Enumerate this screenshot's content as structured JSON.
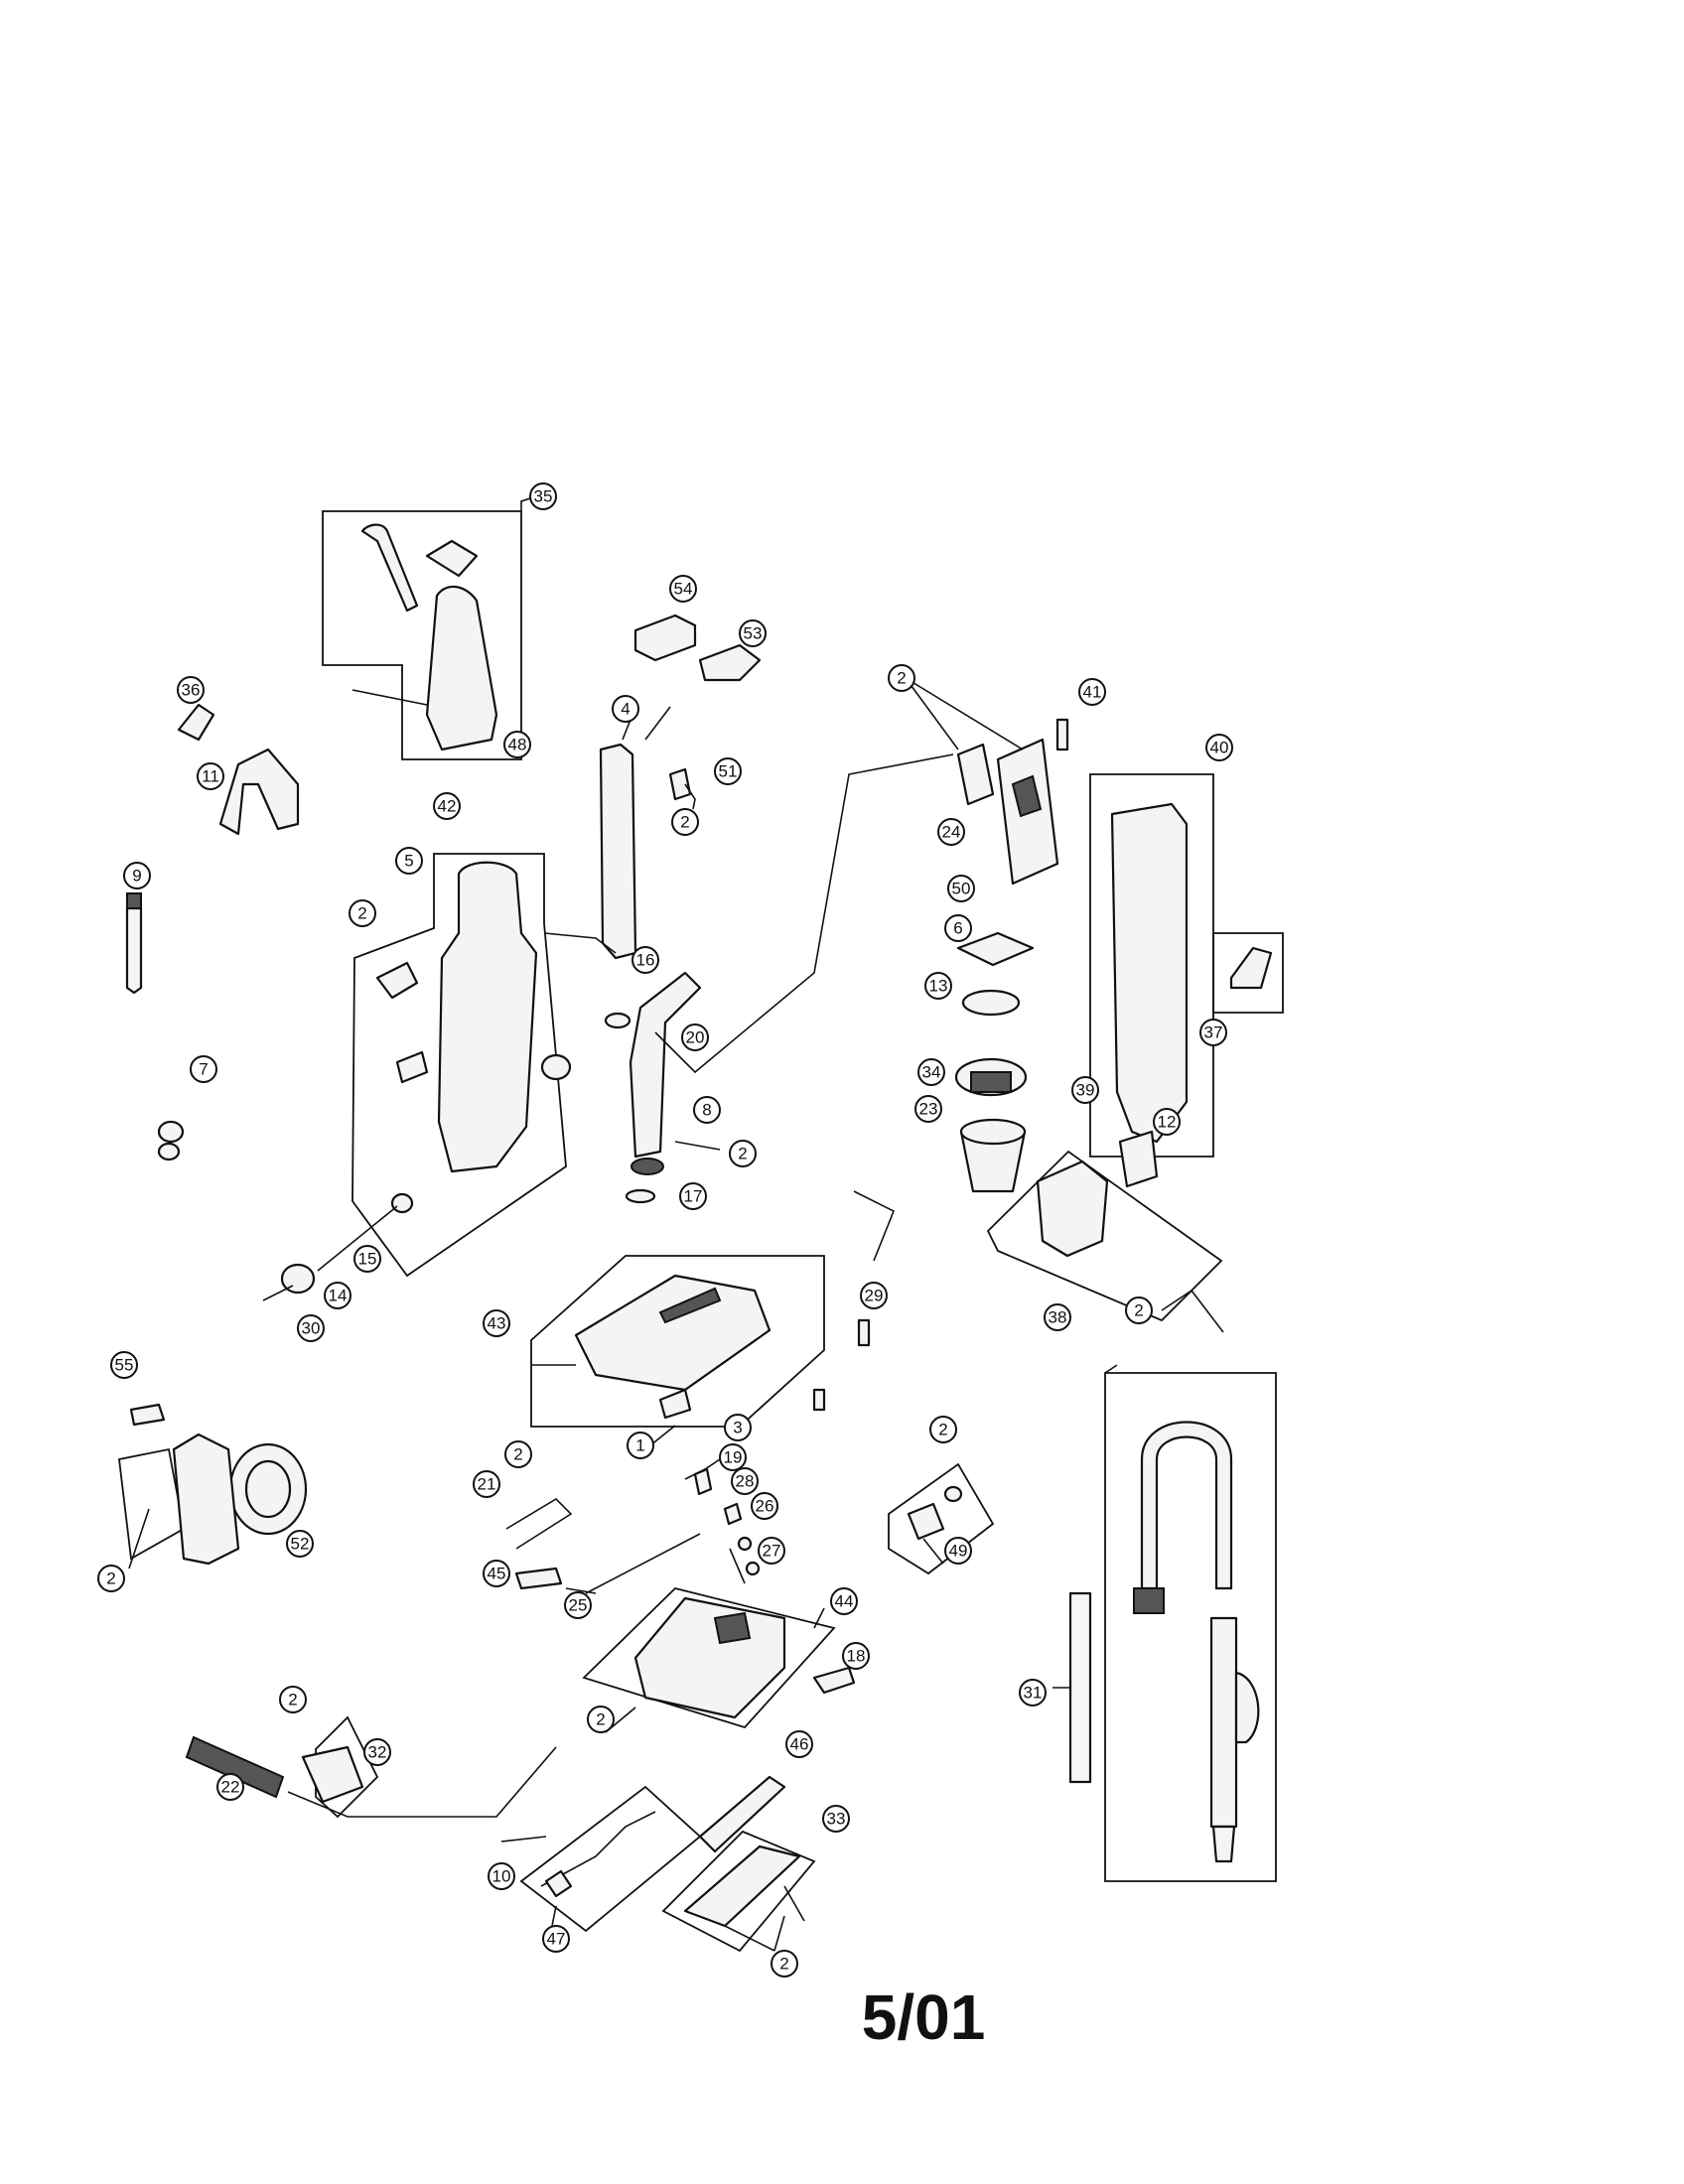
{
  "diagram": {
    "date_code": "5/01",
    "callouts": [
      {
        "id": "c35",
        "label": "35"
      },
      {
        "id": "c54",
        "label": "54"
      },
      {
        "id": "c53",
        "label": "53"
      },
      {
        "id": "c36",
        "label": "36"
      },
      {
        "id": "c11",
        "label": "11"
      },
      {
        "id": "c4",
        "label": "4"
      },
      {
        "id": "c51",
        "label": "51"
      },
      {
        "id": "c2a",
        "label": "2"
      },
      {
        "id": "c48",
        "label": "48"
      },
      {
        "id": "c42",
        "label": "42"
      },
      {
        "id": "c5",
        "label": "5"
      },
      {
        "id": "c2b",
        "label": "2"
      },
      {
        "id": "c9",
        "label": "9"
      },
      {
        "id": "c16",
        "label": "16"
      },
      {
        "id": "c20",
        "label": "20"
      },
      {
        "id": "c8",
        "label": "8"
      },
      {
        "id": "c2c",
        "label": "2"
      },
      {
        "id": "c17",
        "label": "17"
      },
      {
        "id": "c7",
        "label": "7"
      },
      {
        "id": "c15",
        "label": "15"
      },
      {
        "id": "c14",
        "label": "14"
      },
      {
        "id": "c30",
        "label": "30"
      },
      {
        "id": "c2d",
        "label": "2"
      },
      {
        "id": "c41",
        "label": "41"
      },
      {
        "id": "c40",
        "label": "40"
      },
      {
        "id": "c24",
        "label": "24"
      },
      {
        "id": "c50",
        "label": "50"
      },
      {
        "id": "c6",
        "label": "6"
      },
      {
        "id": "c13",
        "label": "13"
      },
      {
        "id": "c34",
        "label": "34"
      },
      {
        "id": "c23",
        "label": "23"
      },
      {
        "id": "c37",
        "label": "37"
      },
      {
        "id": "c39",
        "label": "39"
      },
      {
        "id": "c12",
        "label": "12"
      },
      {
        "id": "c2e",
        "label": "2"
      },
      {
        "id": "c43",
        "label": "43"
      },
      {
        "id": "c29",
        "label": "29"
      },
      {
        "id": "c1",
        "label": "1"
      },
      {
        "id": "c55",
        "label": "55"
      },
      {
        "id": "c3",
        "label": "3"
      },
      {
        "id": "c19",
        "label": "19"
      },
      {
        "id": "c28",
        "label": "28"
      },
      {
        "id": "c26",
        "label": "26"
      },
      {
        "id": "c27",
        "label": "27"
      },
      {
        "id": "c2f",
        "label": "2"
      },
      {
        "id": "c21",
        "label": "21"
      },
      {
        "id": "c52",
        "label": "52"
      },
      {
        "id": "c2g",
        "label": "2"
      },
      {
        "id": "c2h",
        "label": "2"
      },
      {
        "id": "c49",
        "label": "49"
      },
      {
        "id": "c38",
        "label": "38"
      },
      {
        "id": "c45",
        "label": "45"
      },
      {
        "id": "c25",
        "label": "25"
      },
      {
        "id": "c44",
        "label": "44"
      },
      {
        "id": "c18",
        "label": "18"
      },
      {
        "id": "c2i",
        "label": "2"
      },
      {
        "id": "c2j",
        "label": "2"
      },
      {
        "id": "c32",
        "label": "32"
      },
      {
        "id": "c46",
        "label": "46"
      },
      {
        "id": "c31",
        "label": "31"
      },
      {
        "id": "c22",
        "label": "22"
      },
      {
        "id": "c10",
        "label": "10"
      },
      {
        "id": "c33",
        "label": "33"
      },
      {
        "id": "c47",
        "label": "47"
      },
      {
        "id": "c2k",
        "label": "2"
      }
    ]
  }
}
